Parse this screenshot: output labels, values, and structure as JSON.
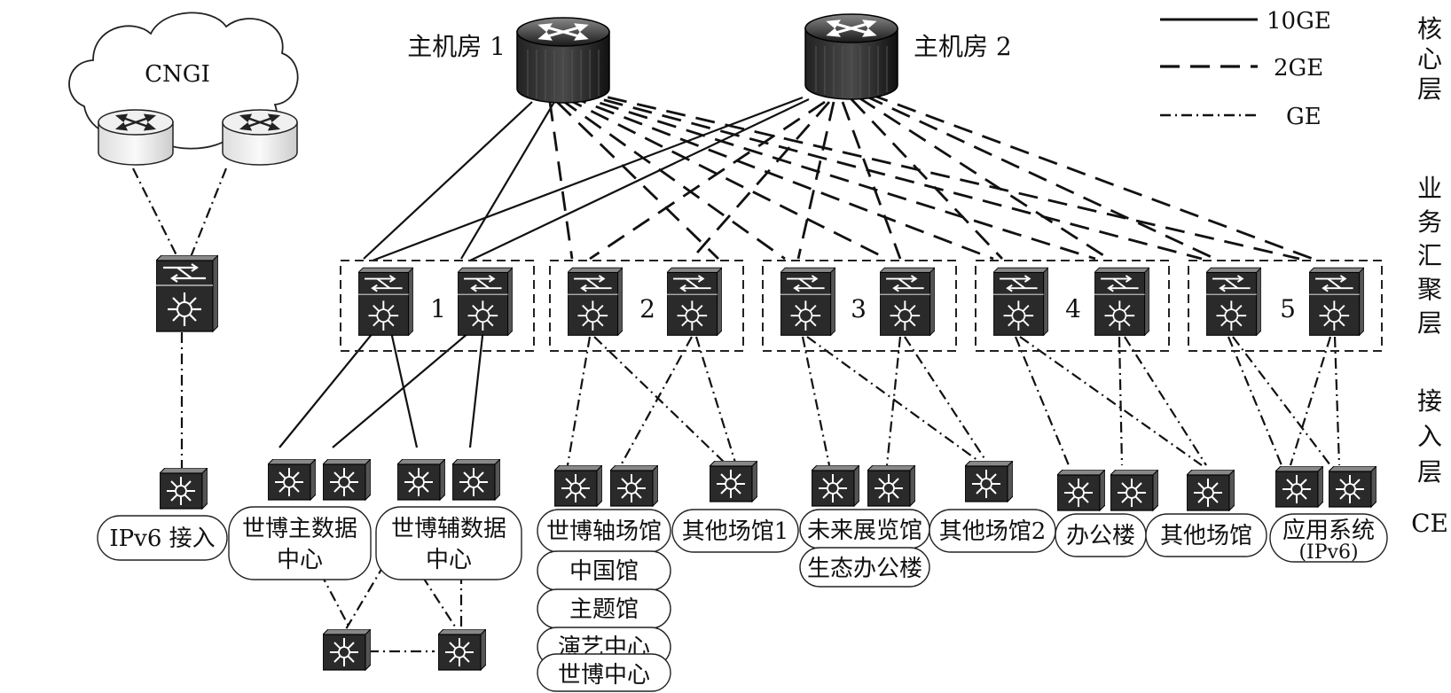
{
  "core": {
    "router1_label": "主机房 1",
    "router2_label": "主机房 2",
    "cloud_label": "CNGI"
  },
  "legend": [
    {
      "label": "10GE",
      "style": "solid"
    },
    {
      "label": "2GE",
      "style": "dashed"
    },
    {
      "label": "GE",
      "style": "dash-dot"
    }
  ],
  "layers": {
    "core": "核心层",
    "aggregation": "业务汇聚层",
    "access": "接入层",
    "access_suffix": "CE"
  },
  "groups": [
    "1",
    "2",
    "3",
    "4",
    "5"
  ],
  "venues": {
    "ipv6": "IPv6 接入",
    "main_dc": "世博主数据中心",
    "aux_dc": "世博辅数据中心",
    "axis_stack": [
      "世博轴场馆",
      "中国馆",
      "主题馆",
      "演艺中心",
      "世博中心"
    ],
    "other1": "其他场馆1",
    "future_stack": [
      "未来展览馆",
      "生态办公楼"
    ],
    "other2": "其他场馆2",
    "office": "办公楼",
    "other": "其他场馆",
    "app_sys": "应用系统",
    "app_sys_sub": "(IPv6)"
  }
}
